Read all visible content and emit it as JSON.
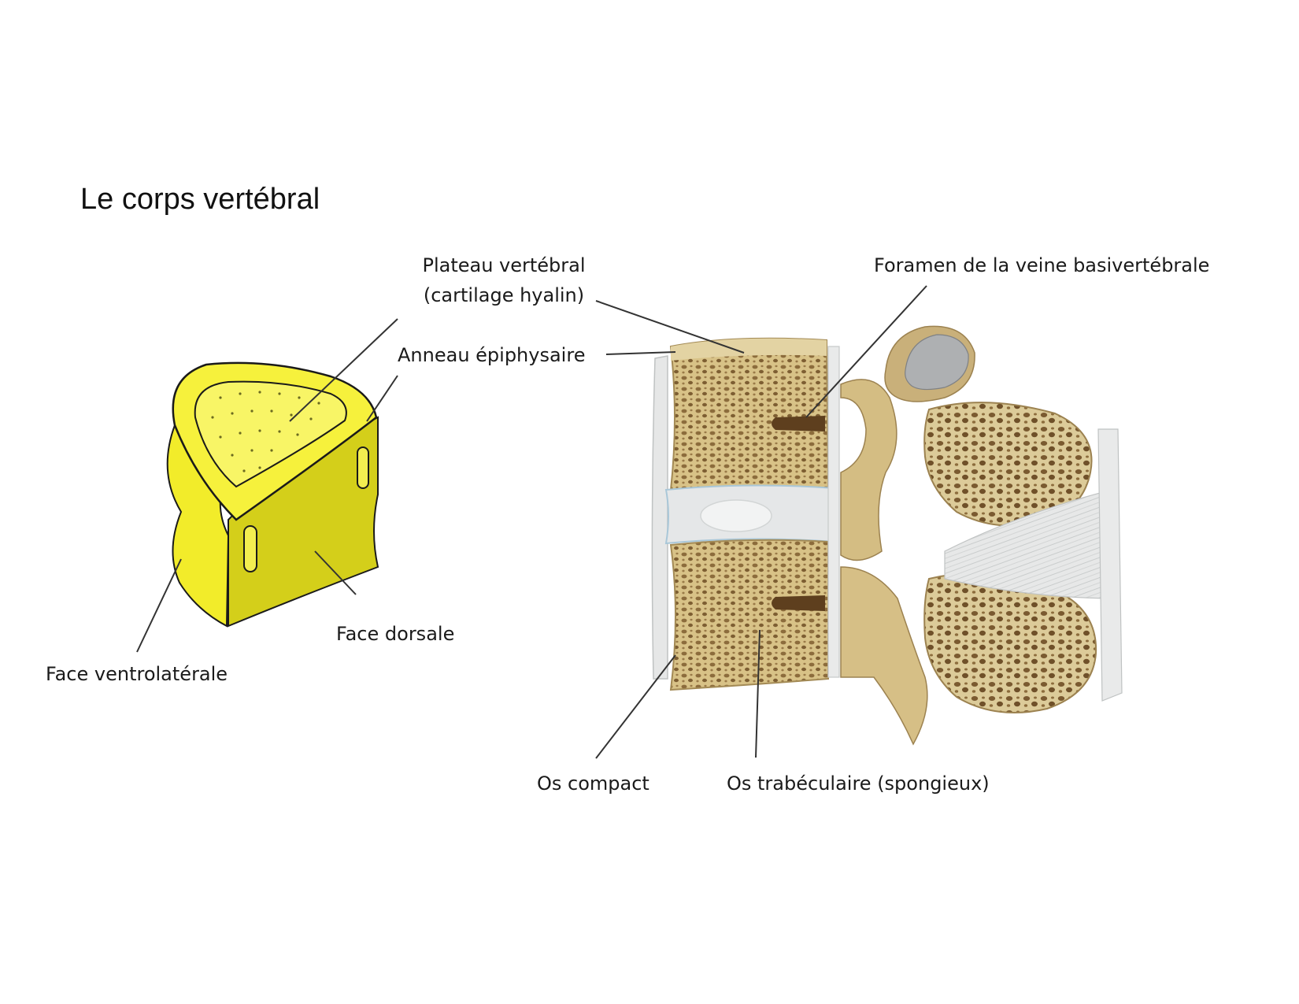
{
  "title": "Le corps vertébral",
  "labels": {
    "plateau_line1": "Plateau vertébral",
    "plateau_line2": "(cartilage hyalin)",
    "anneau": "Anneau épiphysaire",
    "foramen": "Foramen de la veine basivertébrale",
    "face_dorsale": "Face dorsale",
    "face_ventro": "Face ventrolatérale",
    "os_compact": "Os compact",
    "os_trabeculaire": "Os trabéculaire (spongieux)"
  },
  "colors": {
    "yellow_top": "#f5f03a",
    "yellow_side": "#d6d21c",
    "bone": "#d9c48e",
    "bone_dark": "#8a6a3a",
    "disc": "#e4e6e6"
  }
}
